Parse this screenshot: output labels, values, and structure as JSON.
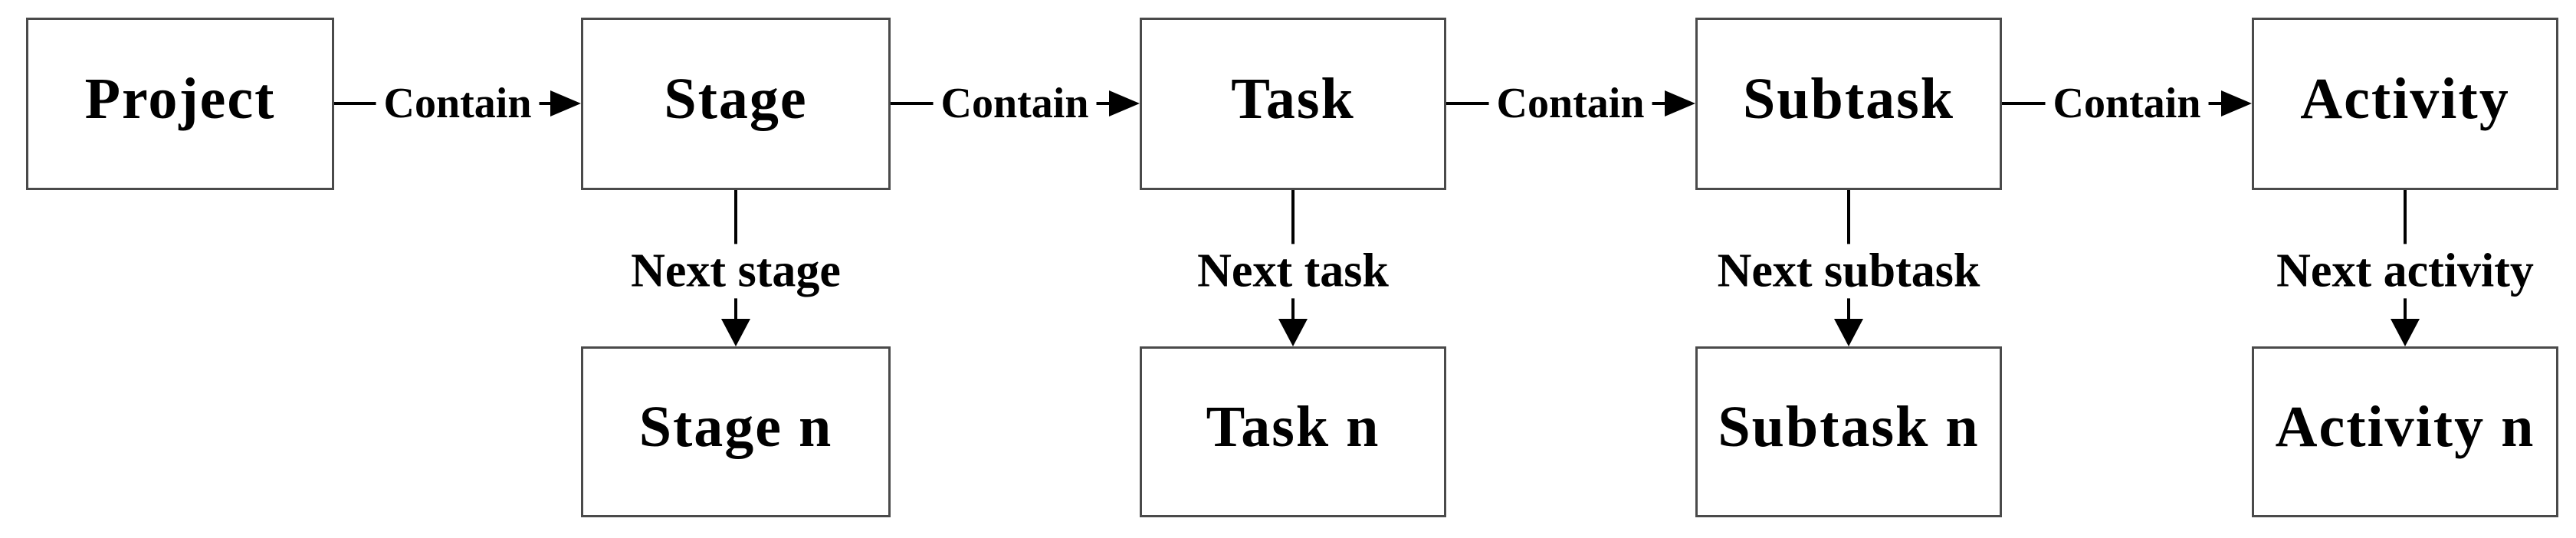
{
  "diagram": {
    "colors": {
      "background": "#ffffff",
      "box_border": "#4a4a4a",
      "connector": "#000000",
      "text": "#000000"
    },
    "nodes": [
      {
        "id": "project",
        "label": "Project"
      },
      {
        "id": "stage",
        "label": "Stage"
      },
      {
        "id": "task",
        "label": "Task"
      },
      {
        "id": "subtask",
        "label": "Subtask"
      },
      {
        "id": "activity",
        "label": "Activity"
      },
      {
        "id": "stage-n",
        "label": "Stage n"
      },
      {
        "id": "task-n",
        "label": "Task n"
      },
      {
        "id": "subtask-n",
        "label": "Subtask n"
      },
      {
        "id": "activity-n",
        "label": "Activity n"
      }
    ],
    "edges": {
      "contain": [
        "Contain",
        "Contain",
        "Contain",
        "Contain"
      ],
      "next": [
        "Next stage",
        "Next task",
        "Next subtask",
        "Next activity"
      ]
    }
  }
}
